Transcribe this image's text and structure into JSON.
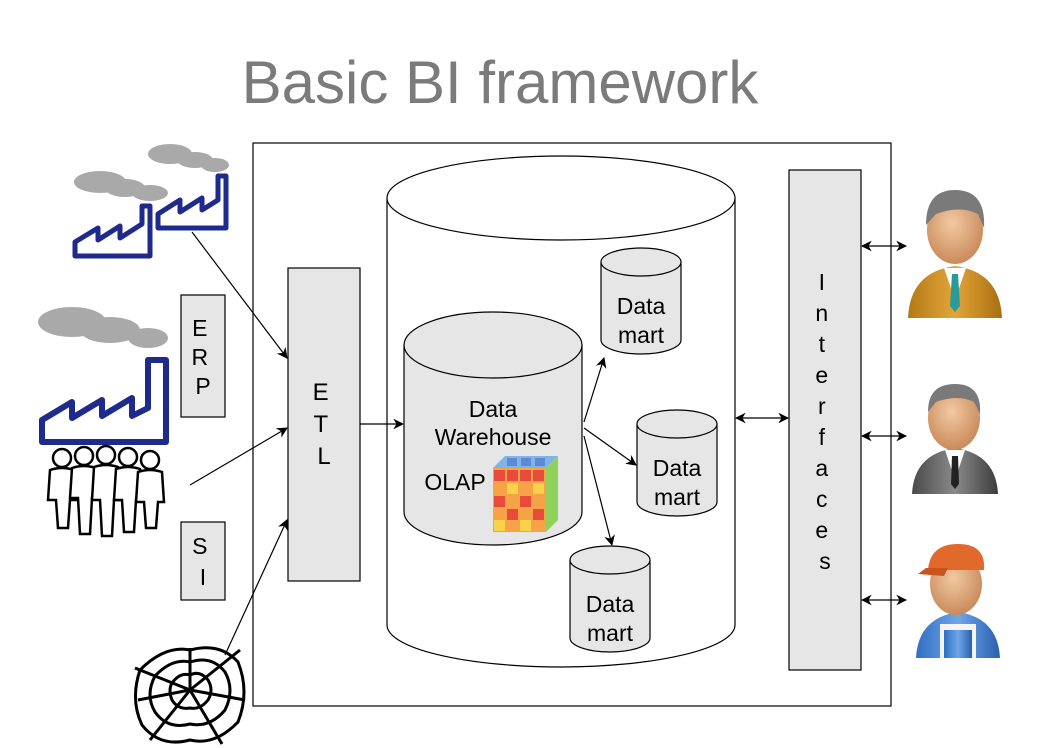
{
  "title": "Basic BI framework",
  "sources": {
    "erp_label": "ERP",
    "si_label": "SI"
  },
  "etl_label": "ETL",
  "warehouse": {
    "label_line1": "Data",
    "label_line2": "Warehouse",
    "olap_label": "OLAP"
  },
  "data_marts": [
    {
      "line1": "Data",
      "line2": "mart"
    },
    {
      "line1": "Data",
      "line2": "mart"
    },
    {
      "line1": "Data",
      "line2": "mart"
    }
  ],
  "interfaces_label": "Interfaces",
  "users": [
    "manager-user-icon",
    "business-user-icon",
    "worker-user-icon"
  ],
  "icons": [
    "factory-icon",
    "factory-icon",
    "crowd-icon",
    "spider-web-icon",
    "olap-cube-icon"
  ],
  "colors": {
    "title": "#7b7b7b",
    "box_fill": "#e6e6e6",
    "factory_blue": "#1e2a8c",
    "smoke": "#a9a9a9"
  }
}
